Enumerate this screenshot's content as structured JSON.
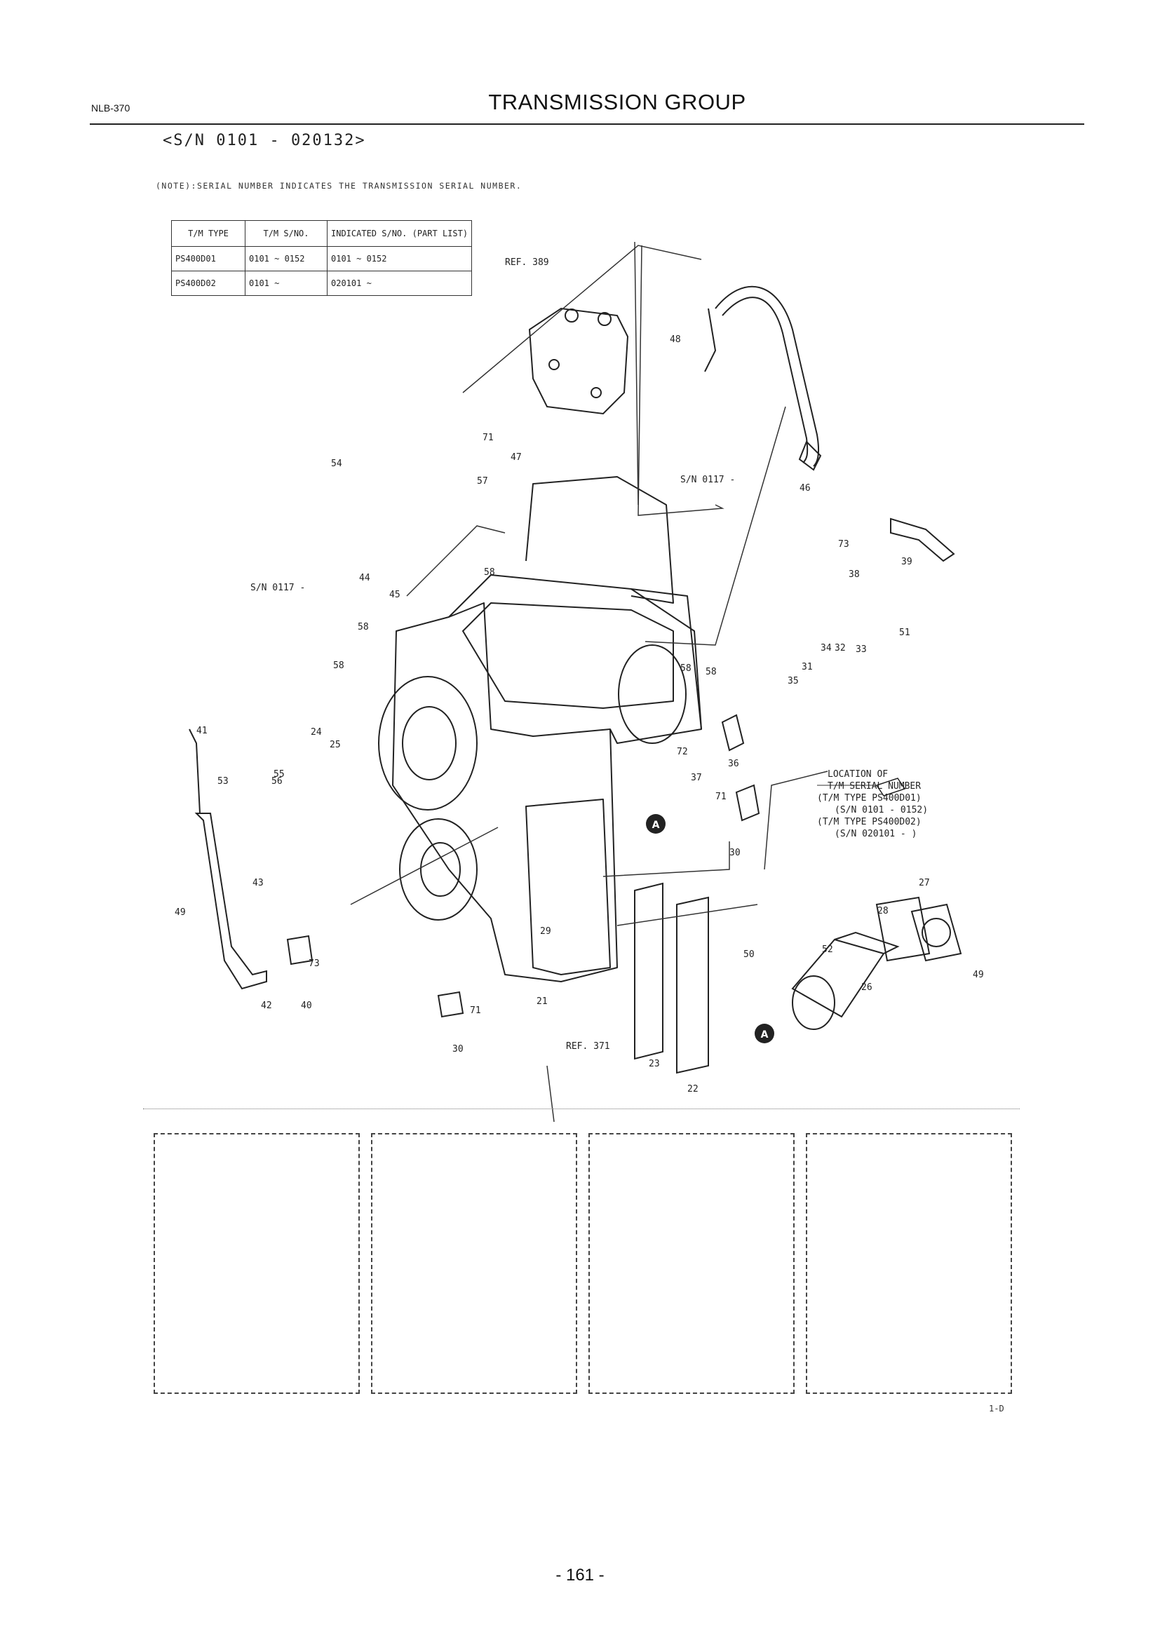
{
  "header": {
    "model": "NLB-370",
    "title": "TRANSMISSION GROUP"
  },
  "serial_range": "<S/N 0101 - 020132>",
  "note": "(NOTE):SERIAL NUMBER INDICATES THE TRANSMISSION SERIAL NUMBER.",
  "serial_table": {
    "headers": [
      "T/M TYPE",
      "T/M S/NO.",
      "INDICATED S/NO. (PART LIST)"
    ],
    "rows": [
      [
        "PS400D01",
        "0101 ~ 0152",
        "0101 ~ 0152"
      ],
      [
        "PS400D02",
        "0101 ~",
        "020101 ~"
      ]
    ]
  },
  "diagram": {
    "references": [
      "REF. 389",
      "REF. 371"
    ],
    "serial_callouts": [
      "S/N 0117 -",
      "S/N 0117 -"
    ],
    "location_label": {
      "line1": "LOCATION OF",
      "line2": "T/M SERIAL NUMBER",
      "line3": "(T/M TYPE PS400D01)",
      "line4": "(S/N 0101 - 0152)",
      "line5": "(T/M TYPE PS400D02)",
      "line6": "(S/N 020101 - )"
    },
    "marker": "A",
    "callouts": [
      "48",
      "46",
      "39",
      "38",
      "73",
      "51",
      "33",
      "32",
      "34",
      "31",
      "35",
      "71",
      "47",
      "57",
      "54",
      "44",
      "45",
      "58",
      "58",
      "58",
      "58",
      "58",
      "41",
      "24",
      "25",
      "53",
      "56",
      "55",
      "43",
      "49",
      "72",
      "36",
      "37",
      "71",
      "30",
      "27",
      "28",
      "52",
      "49",
      "26",
      "29",
      "21",
      "23",
      "22",
      "50",
      "42",
      "40",
      "73",
      "30",
      "71"
    ]
  },
  "footer": {
    "code": "1-D",
    "page": "- 161 -"
  }
}
